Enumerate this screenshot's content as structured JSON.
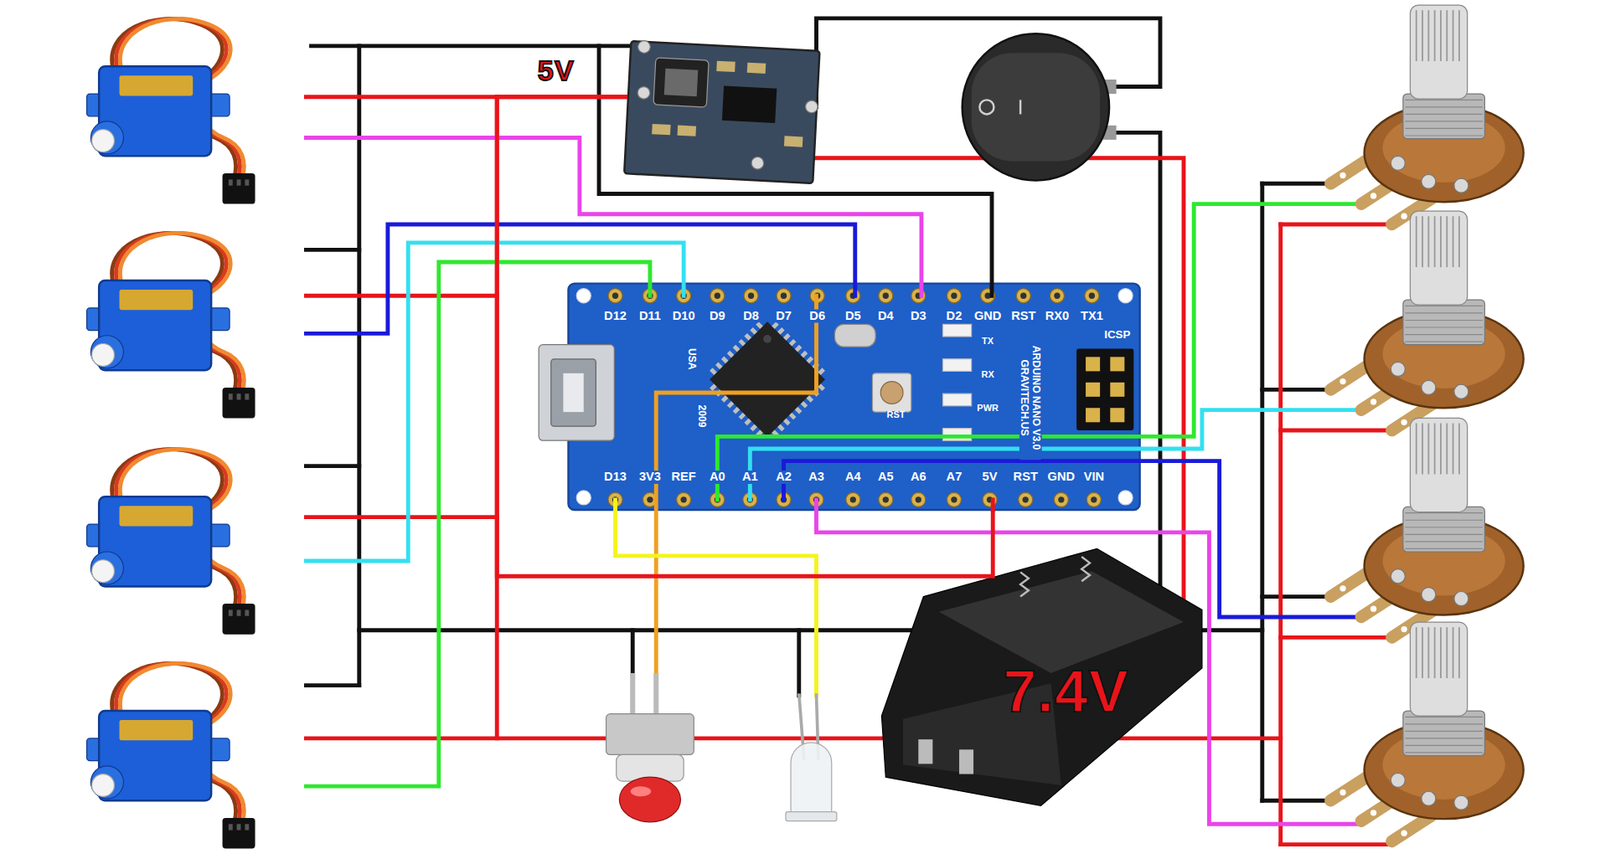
{
  "diagram": {
    "nodes": [
      {
        "text": [
          "5V"
        ]
      },
      {
        "text": [
          "D12",
          "D11",
          "D10",
          "D9",
          "D8",
          "D7",
          "D6",
          "D5",
          "D4",
          "D3",
          "D2",
          "GND",
          "RST",
          "RX0",
          "TX1",
          "D13",
          "3V3",
          "REF",
          "A0",
          "A1",
          "A2",
          "A3",
          "A4",
          "A5",
          "A6",
          "A7",
          "5V",
          "RST",
          "GND",
          "VIN",
          "ARDUINO NANO V3.0 GRAVITECH.US",
          "ICSP",
          "USA",
          "2009",
          "TX",
          "RX",
          "PWR",
          "RST"
        ]
      },
      {
        "text": [
          "7.4V"
        ]
      }
    ],
    "edges": [
      {
        "from": 0,
        "to": 1,
        "arrow": "none"
      }
    ]
  }
}
